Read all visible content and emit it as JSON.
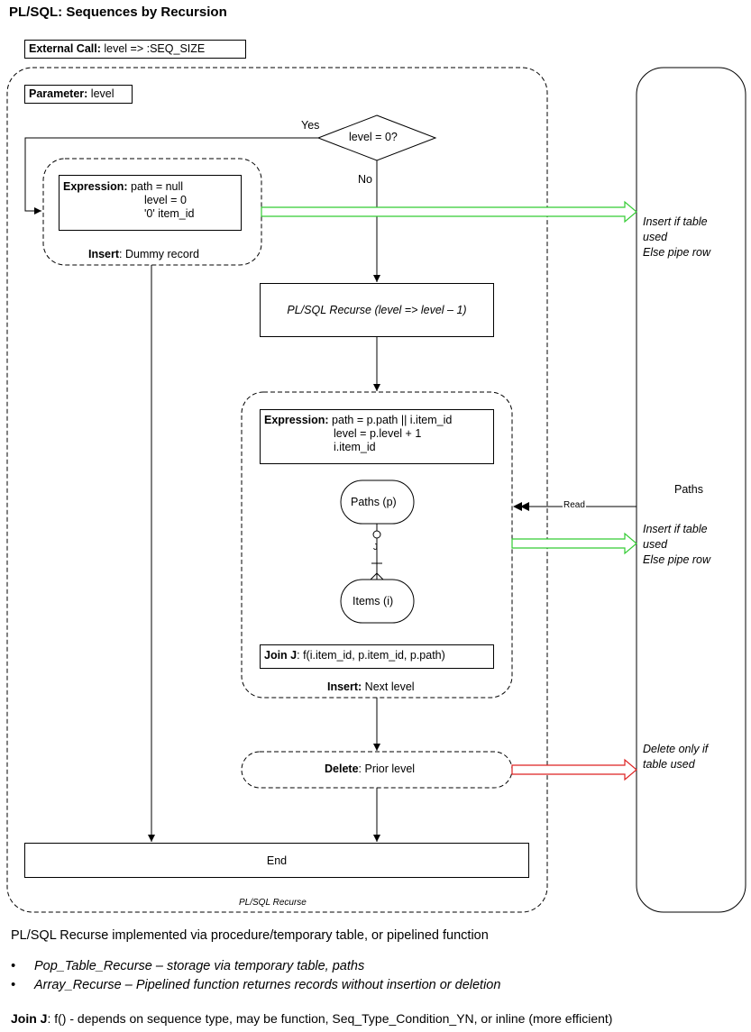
{
  "title": "PL/SQL: Sequences by Recursion",
  "external_call": {
    "label": "External Call:",
    "value": " level =>  :SEQ_SIZE"
  },
  "parameter": {
    "label": "Parameter:",
    "value": " level"
  },
  "decision": {
    "text": "level = 0?",
    "yes": "Yes",
    "no": "No"
  },
  "expr1": {
    "label": "Expression:",
    "line1": " path = null",
    "line2": "level = 0",
    "line3": "'0' item_id"
  },
  "insert1": {
    "label": "Insert",
    "value": ": Dummy record"
  },
  "recurse_box": "PL/SQL Recurse (level => level – 1)",
  "expr2": {
    "label": "Expression:",
    "line1": " path = p.path || i.item_id",
    "line2": "level = p.level + 1",
    "line3": "i.item_id"
  },
  "paths_entity": "Paths (p)",
  "items_entity": "Items (i)",
  "join_marker": "J",
  "join_box": {
    "label": "Join J",
    "value": ": f(i.item_id, p.item_id, p.path)"
  },
  "insert2": {
    "label": "Insert:",
    "value": " Next level"
  },
  "delete_box": {
    "label": "Delete",
    "value": ": Prior level"
  },
  "end_box": "End",
  "container_caption": "PL/SQL Recurse",
  "paths_store": "Paths",
  "read_label": "Read",
  "note1": {
    "line1": "Insert if table",
    "line2": "used",
    "line3": "Else pipe row"
  },
  "note2": {
    "line1": "Insert if table",
    "line2": "used",
    "line3": "Else pipe row"
  },
  "note3": {
    "line1": "Delete only if",
    "line2": "table used"
  },
  "footer": {
    "summary": "PL/SQL Recurse implemented via procedure/temporary table, or pipelined function",
    "bullet1": "Pop_Table_Recurse – storage via temporary table, paths",
    "bullet2": "Array_Recurse – Pipelined function returnes records without insertion or deletion",
    "join_label": "Join J",
    "join_text": ": f() - depends on sequence type, may be function, Seq_Type_Condition_YN, or inline (more efficient)"
  },
  "colors": {
    "insert_arrow": "#33cc33",
    "delete_arrow": "#dd2222"
  }
}
